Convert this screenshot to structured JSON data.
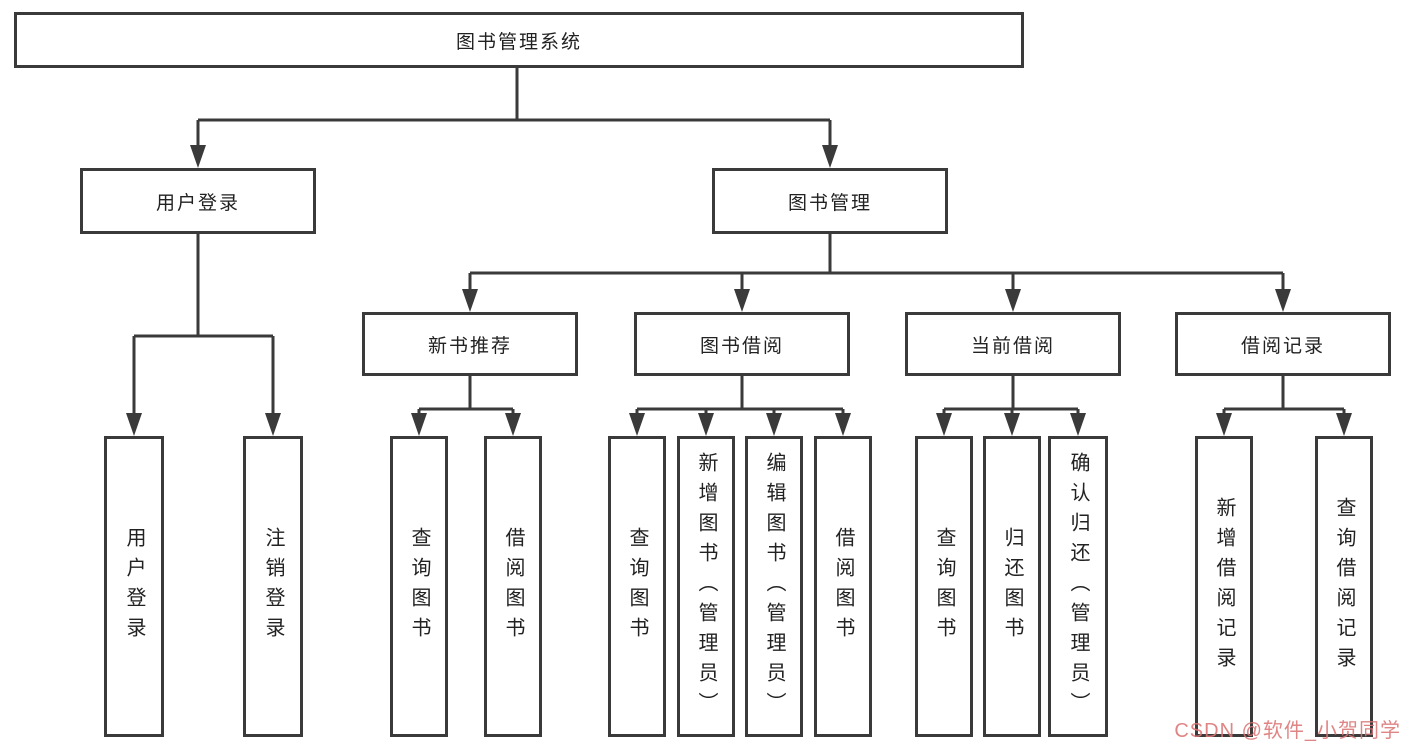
{
  "tree": {
    "label": "图书管理系统",
    "children": [
      {
        "label": "用户登录",
        "children": [
          {
            "label": "用户登录"
          },
          {
            "label": "注销登录"
          }
        ]
      },
      {
        "label": "图书管理",
        "children": [
          {
            "label": "新书推荐",
            "children": [
              {
                "label": "查询图书"
              },
              {
                "label": "借阅图书"
              }
            ]
          },
          {
            "label": "图书借阅",
            "children": [
              {
                "label": "查询图书"
              },
              {
                "label": "新增图书（管理员）"
              },
              {
                "label": "编辑图书（管理员）"
              },
              {
                "label": "借阅图书"
              }
            ]
          },
          {
            "label": "当前借阅",
            "children": [
              {
                "label": "查询图书"
              },
              {
                "label": "归还图书"
              },
              {
                "label": "确认归还（管理员）"
              }
            ]
          },
          {
            "label": "借阅记录",
            "children": [
              {
                "label": "新增借阅记录"
              },
              {
                "label": "查询借阅记录"
              }
            ]
          }
        ]
      }
    ]
  },
  "watermark": {
    "text": "CSDN @软件_小贺同学",
    "color": "#db7474"
  },
  "colors": {
    "line": "#3a3a3a",
    "box_border": "#3a3a3a",
    "text": "#222222",
    "background": "#ffffff"
  }
}
